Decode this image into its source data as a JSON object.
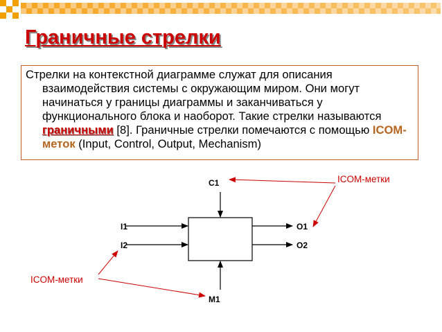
{
  "header": {
    "title": "Граничные стрелки"
  },
  "body_text": {
    "part1": "Стрелки на контекстной диаграмме служат для описания взаимодействия системы с окружающим миром. Они могут начинаться у границы диаграммы и заканчиваться у функционального блока и наоборот. Такие стрелки называются ",
    "highlight_term": "граничными",
    "part2": " [8]. Граничные стрелки помечаются с помощью ",
    "icom_term": "ICOM-меток",
    "part3": " (Input, Control, Output, Mechanism)"
  },
  "diagram": {
    "labels": {
      "control": "C1",
      "input1": "I1",
      "input2": "I2",
      "output1": "O1",
      "output2": "O2",
      "mechanism": "M1"
    },
    "annotation_right": "ICOM-метки",
    "annotation_left": "ICOM-метки"
  },
  "colors": {
    "title": "#cc0000",
    "annotation": "#cc0000",
    "icom_term": "#b5651d",
    "box_border": "#c55a2a",
    "checker_orange": "#f0a000",
    "checker_strip": "#f6a623"
  }
}
